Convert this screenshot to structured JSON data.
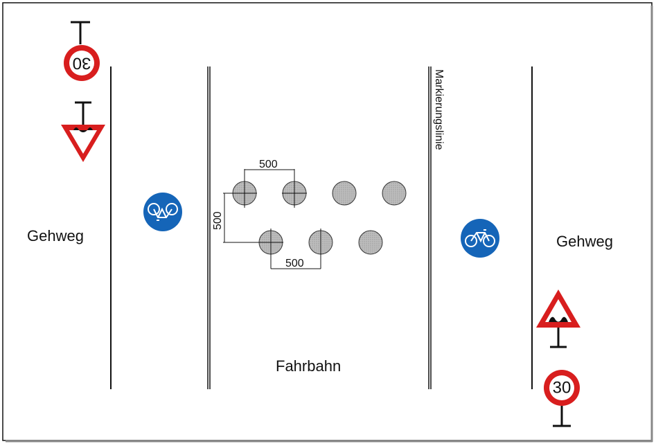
{
  "labels": {
    "sidewalk_left": "Gehweg",
    "sidewalk_right": "Gehweg",
    "roadway": "Fahrbahn",
    "marking_line": "Markierungslinie"
  },
  "dimensions": {
    "top_spacing": "500",
    "vertical_spacing": "500",
    "bottom_spacing": "500"
  },
  "signs": {
    "speed_limit_left": "30",
    "speed_limit_right": "30"
  },
  "colors": {
    "sign_red": "#d81e1e",
    "sign_blue": "#1565b8",
    "bump_fill": "#b5b5b5",
    "line": "#111111"
  }
}
